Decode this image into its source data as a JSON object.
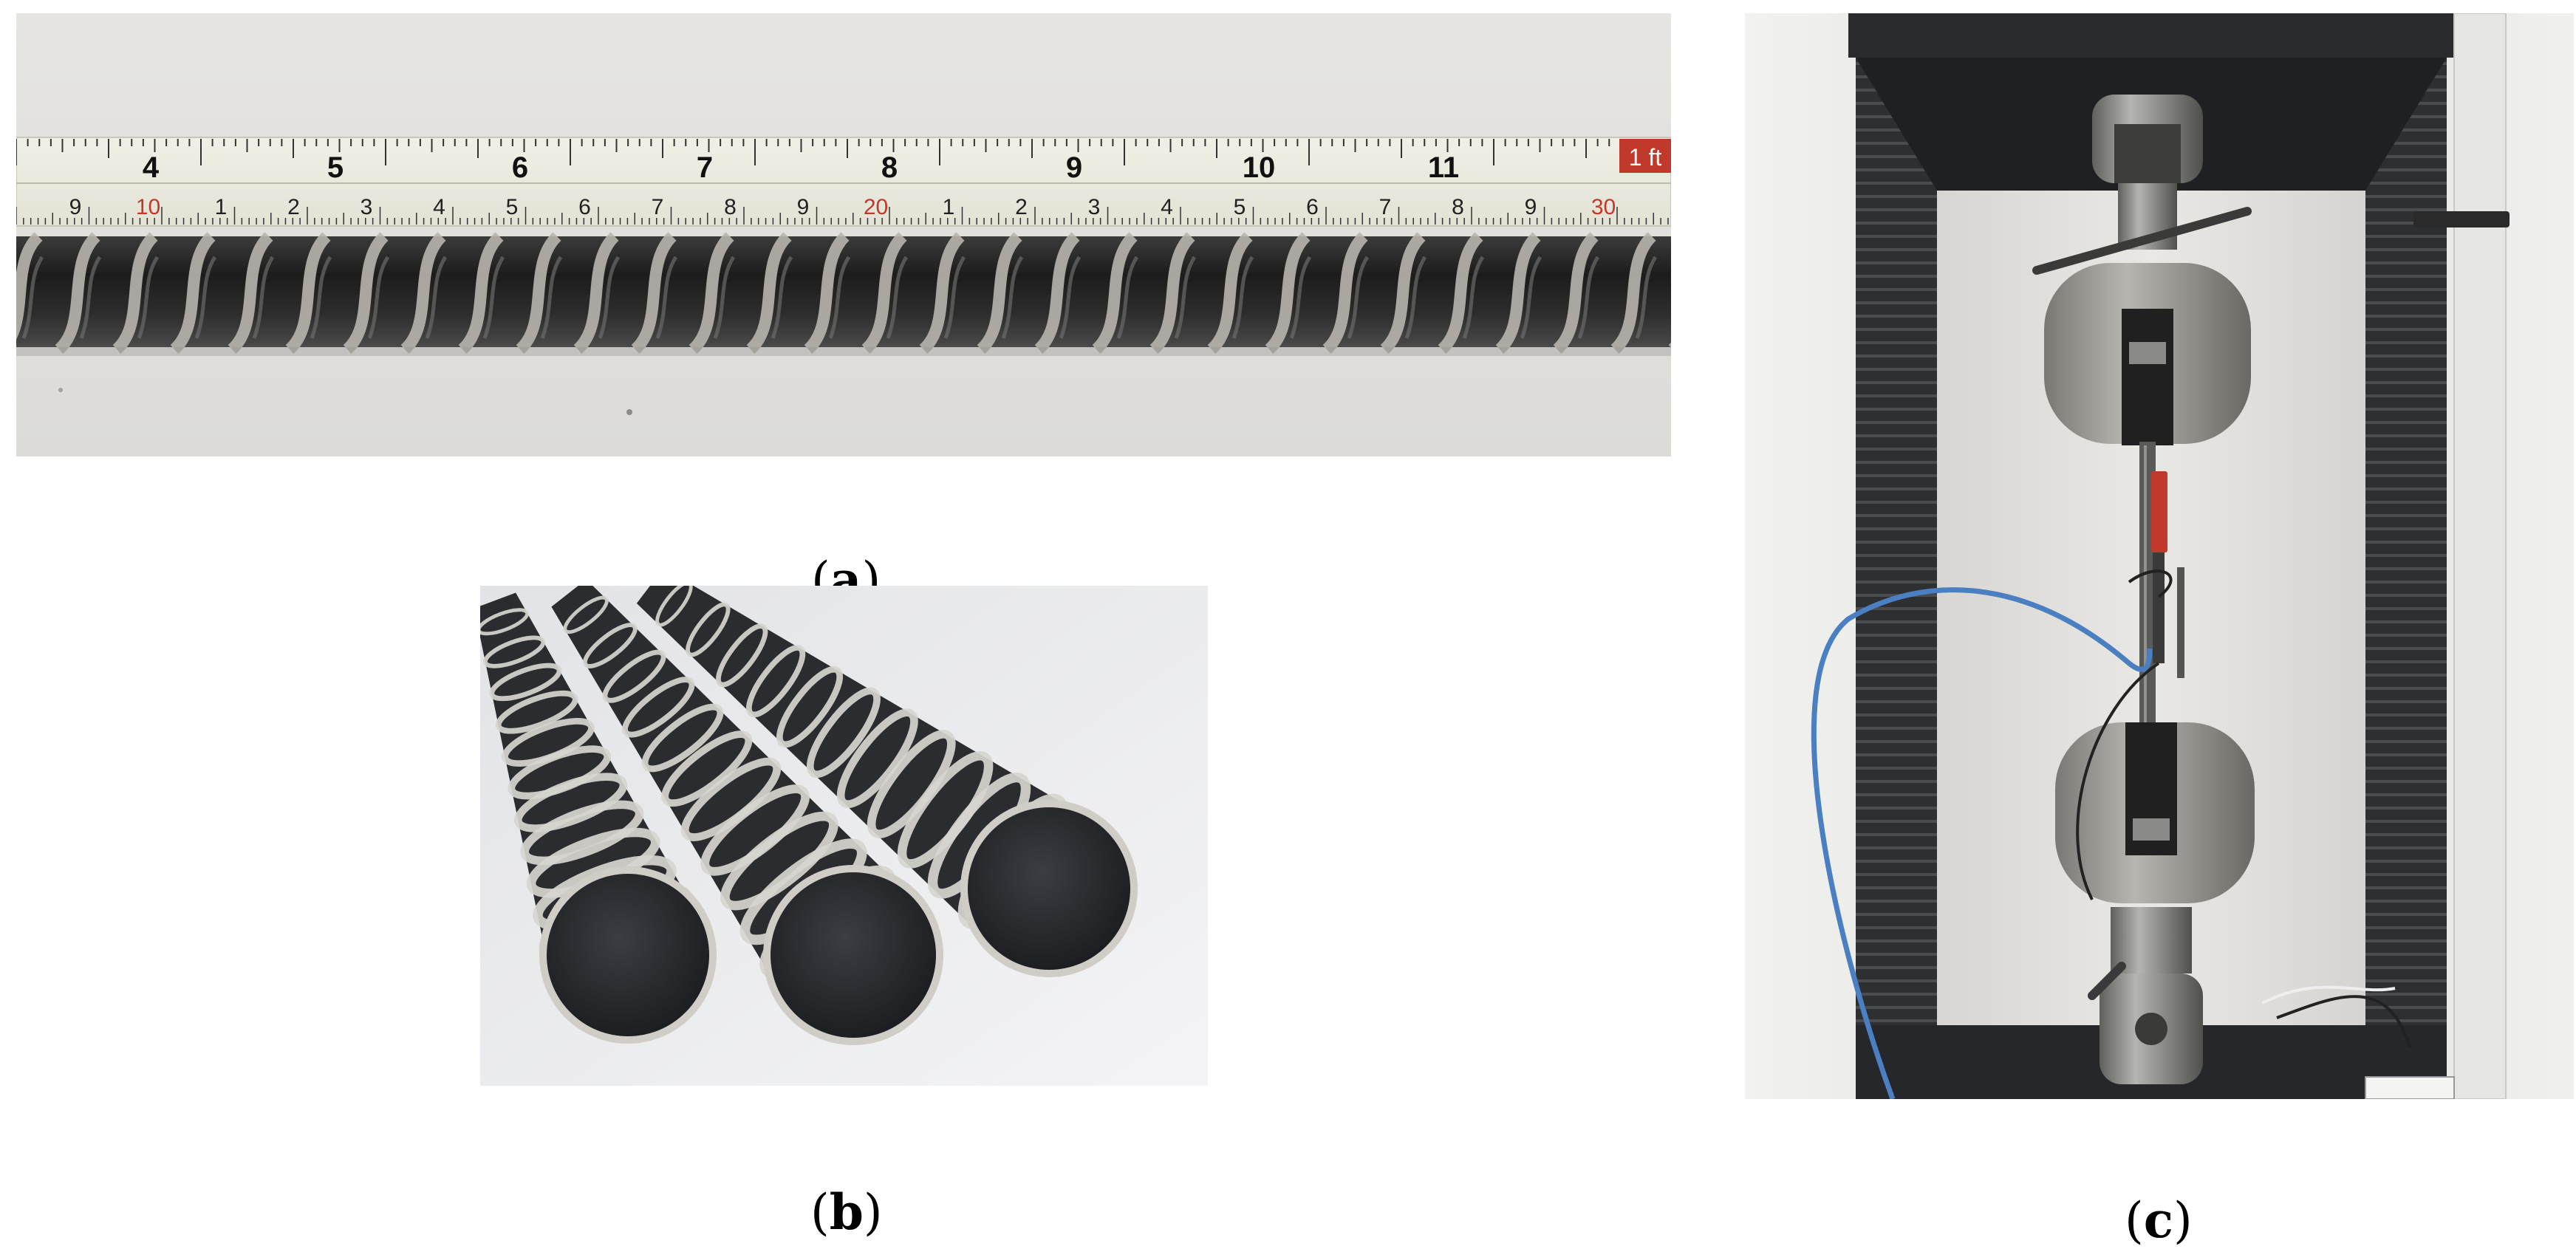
{
  "figure": {
    "panel_a": {
      "caption_open": "(",
      "caption_label": "a",
      "caption_close": ")",
      "tape_inch_labels": [
        "4",
        "5",
        "6",
        "7",
        "8",
        "9",
        "10",
        "11"
      ],
      "tape_end_label": "1 ft",
      "tape_cm_labels": [
        "9",
        "10",
        "1",
        "2",
        "3",
        "4",
        "5",
        "6",
        "7",
        "8",
        "9",
        "20",
        "1",
        "2",
        "3",
        "4",
        "5",
        "6",
        "7",
        "8",
        "9",
        "30"
      ]
    },
    "panel_b": {
      "caption_open": "(",
      "caption_label": "b",
      "caption_close": ")"
    },
    "panel_c": {
      "caption_open": "(",
      "caption_label": "c",
      "caption_close": ")"
    }
  },
  "colors": {
    "tape": "#ecebdd",
    "tape_red": "#c0392b",
    "rebar_dark": "#2a2a2a",
    "rebar_rib": "#b8b5ad",
    "background_wall": "#e4e2de",
    "machine_frame": "#ececea",
    "steel": "#8c8c88",
    "cable_blue": "#4a7fc1"
  }
}
